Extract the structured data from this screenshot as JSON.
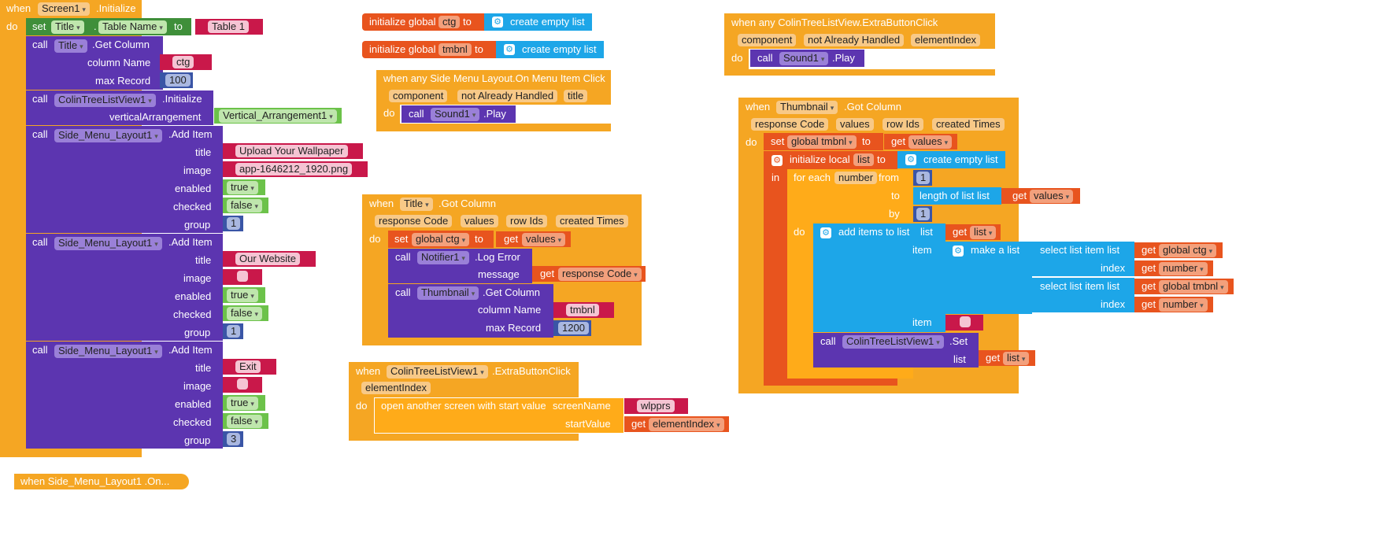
{
  "screen_init": {
    "when": "when",
    "do": "do",
    "component": "Screen1",
    "event": ".Initialize",
    "set_kw": "set",
    "set_comp": "Title",
    "dot": ".",
    "set_prop": "Table Name",
    "to": "to",
    "table_value": "Table 1",
    "call_kw": "call",
    "getcol_comp": "Title",
    "getcol_method": ".Get Column",
    "column_name_label": "column Name",
    "column_name_value": "ctg",
    "max_record_label": "max Record",
    "max_record_value": "100",
    "ctlv_comp": "ColinTreeListView1",
    "ctlv_method": ".Initialize",
    "va_label": "verticalArrangement",
    "va_value": "Vertical_Arrangement1",
    "sml_comp": "Side_Menu_Layout1",
    "add_item": ".Add Item",
    "title_label": "title",
    "image_label": "image",
    "enabled_label": "enabled",
    "checked_label": "checked",
    "group_label": "group",
    "item1_title": "Upload Your Wallpaper",
    "item1_image": "app-1646212_1920.png",
    "item1_enabled": "true",
    "item1_checked": "false",
    "item1_group": "1",
    "item2_title": "Our Website",
    "item2_image": "",
    "item2_enabled": "true",
    "item2_checked": "false",
    "item2_group": "1",
    "item3_title": "Exit",
    "item3_image": "",
    "item3_enabled": "true",
    "item3_checked": "false",
    "item3_group": "3"
  },
  "collapsed_block": "when  Side_Menu_Layout1 .On...",
  "init_ctg": {
    "label": "initialize global",
    "name": "ctg",
    "to": "to",
    "value": "create empty list"
  },
  "init_tmbnl": {
    "label": "initialize global",
    "name": "tmbnl",
    "to": "to",
    "value": "create empty list"
  },
  "side_menu_event": {
    "title": "when any Side Menu Layout.On Menu Item Click",
    "params": [
      "component",
      "not Already Handled",
      "title"
    ],
    "do": "do",
    "call": "call",
    "comp": "Sound1",
    "method": ".Play"
  },
  "title_gotcol": {
    "when": "when",
    "comp": "Title",
    "event": ".Got Column",
    "params": [
      "response Code",
      "values",
      "row Ids",
      "created Times"
    ],
    "do": "do",
    "set": "set",
    "var": "global ctg",
    "to": "to",
    "get": "get",
    "get_var": "values",
    "call": "call",
    "notifier": "Notifier1",
    "log_error": ".Log Error",
    "message_label": "message",
    "message_var": "response Code",
    "thumb": "Thumbnail",
    "get_column": ".Get Column",
    "column_name_label": "column Name",
    "column_value": "tmbnl",
    "max_record_label": "max Record",
    "max_record_value": "1200"
  },
  "ctlv_extra": {
    "when": "when",
    "comp": "ColinTreeListView1",
    "event": ".ExtraButtonClick",
    "param": "elementIndex",
    "do": "do",
    "open": "open another screen with start value",
    "screen_label": "screenName",
    "screen_value": "wlpprs",
    "start_label": "startValue",
    "get": "get",
    "get_var": "elementIndex"
  },
  "any_ctlv_extra": {
    "title": "when any ColinTreeListView.ExtraButtonClick",
    "params": [
      "component",
      "not Already Handled",
      "elementIndex"
    ],
    "do": "do",
    "call": "call",
    "comp": "Sound1",
    "method": ".Play"
  },
  "thumb_gotcol": {
    "when": "when",
    "comp": "Thumbnail",
    "event": ".Got Column",
    "params": [
      "response Code",
      "values",
      "row Ids",
      "created Times"
    ],
    "do": "do",
    "set": "set",
    "var": "global tmbnl",
    "to": "to",
    "get": "get",
    "get_var": "values",
    "init_local": "initialize local",
    "local_name": "list",
    "create_list": "create empty list",
    "in": "in",
    "for_each": "for each",
    "loop_var": "number",
    "from": "from",
    "from_value": "1",
    "to_label": "to",
    "length": "length of list  list",
    "by": "by",
    "by_value": "1",
    "add_items": "add items to list",
    "list_label": "list",
    "item_label": "item",
    "make_list": "make a list",
    "select": "select list item  list",
    "index": "index",
    "global_ctg": "global ctg",
    "global_tmbnl": "global tmbnl",
    "number": "number",
    "item_text": "",
    "call": "call",
    "set_comp": "ColinTreeListView1",
    "set_method": ".Set",
    "list_var": "list"
  }
}
